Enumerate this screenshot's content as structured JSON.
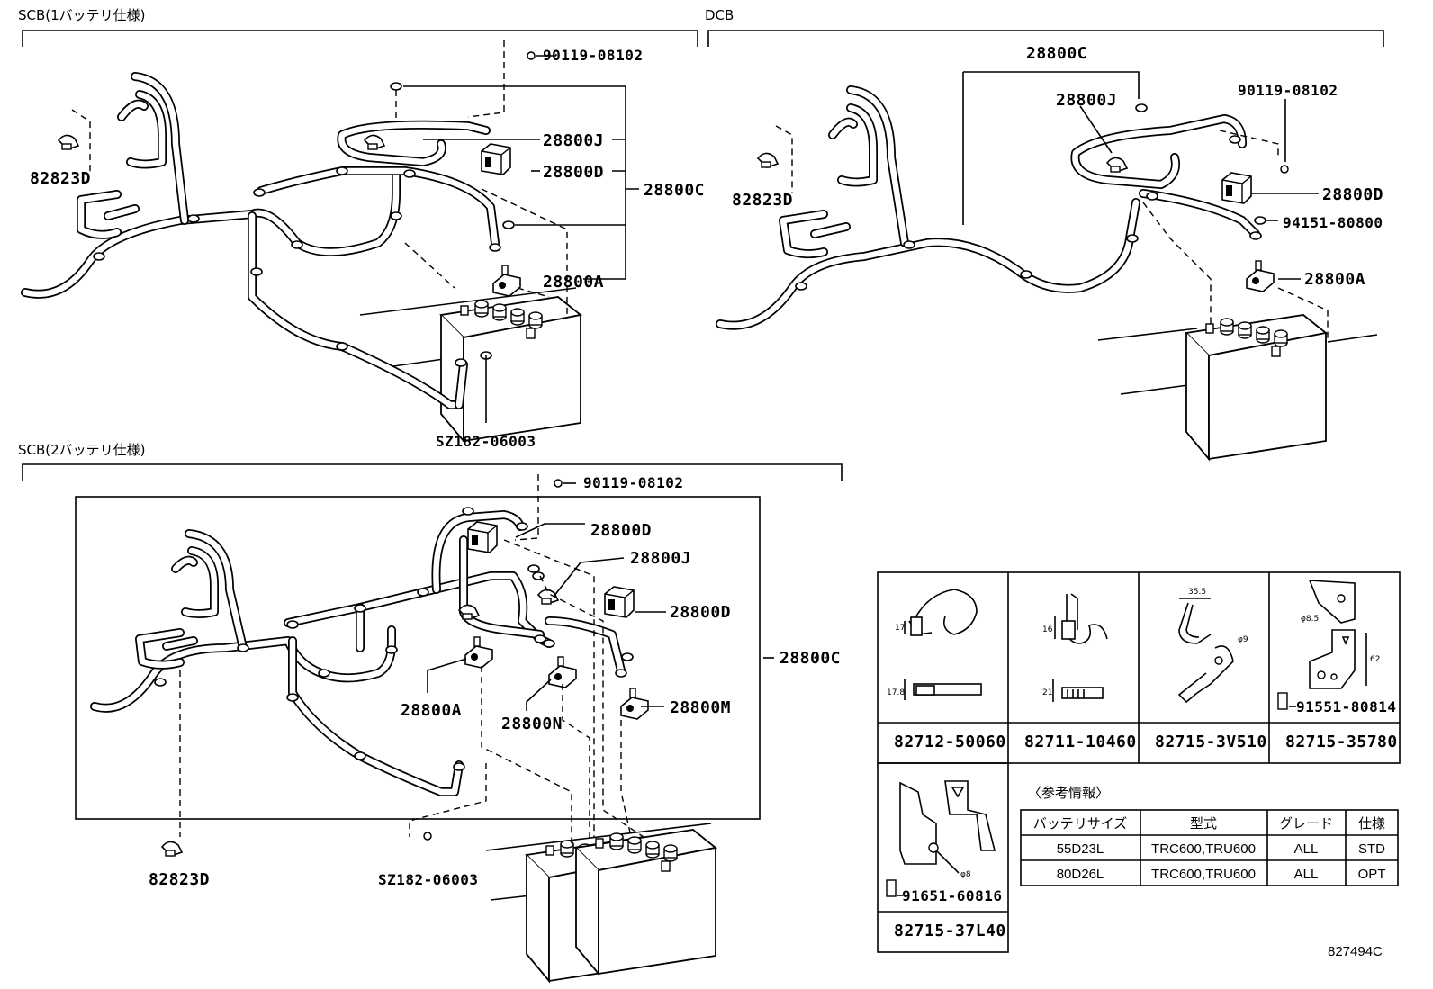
{
  "sections": {
    "scb1": "SCB(1バッテリ仕様)",
    "dcb": "DCB",
    "scb2": "SCB(2バッテリ仕様)"
  },
  "callouts": {
    "scb1": {
      "c1": "90119-08102",
      "c2": "28800J",
      "c3": "28800D",
      "c4": "28800C",
      "c5": "82823D",
      "c6": "28800A",
      "c7": "SZ182-06003"
    },
    "dcb": {
      "c1": "28800C",
      "c2": "28800J",
      "c3": "90119-08102",
      "c4": "82823D",
      "c5": "28800D",
      "c6": "94151-80800",
      "c7": "28800A"
    },
    "scb2": {
      "c1": "90119-08102",
      "c2": "28800D",
      "c3": "28800J",
      "c4": "28800D",
      "c5": "28800C",
      "c6": "28800A",
      "c7": "28800N",
      "c8": "28800M",
      "c9": "82823D",
      "c10": "SZ182-06003"
    }
  },
  "clips": {
    "items": [
      {
        "part": "82712-50060",
        "dims": [
          "17",
          "17.8"
        ]
      },
      {
        "part": "82711-10460",
        "dims": [
          "16",
          "21"
        ]
      },
      {
        "part": "82715-3V510",
        "dims": [
          "35.5",
          "φ9"
        ]
      },
      {
        "part": "82715-35780",
        "dims": [
          "φ8.5",
          "62"
        ],
        "bolt": "91551-80814"
      },
      {
        "part": "82715-37L40",
        "dims": [
          "φ8"
        ],
        "bolt": "91651-60816"
      }
    ]
  },
  "reference": {
    "title": "〈参考情報〉",
    "headers": [
      "バッテリサイズ",
      "型式",
      "グレード",
      "仕様"
    ],
    "rows": [
      [
        "55D23L",
        "TRC600,TRU600",
        "ALL",
        "STD"
      ],
      [
        "80D26L",
        "TRC600,TRU600",
        "ALL",
        "OPT"
      ]
    ]
  },
  "figure_code": "827494C"
}
